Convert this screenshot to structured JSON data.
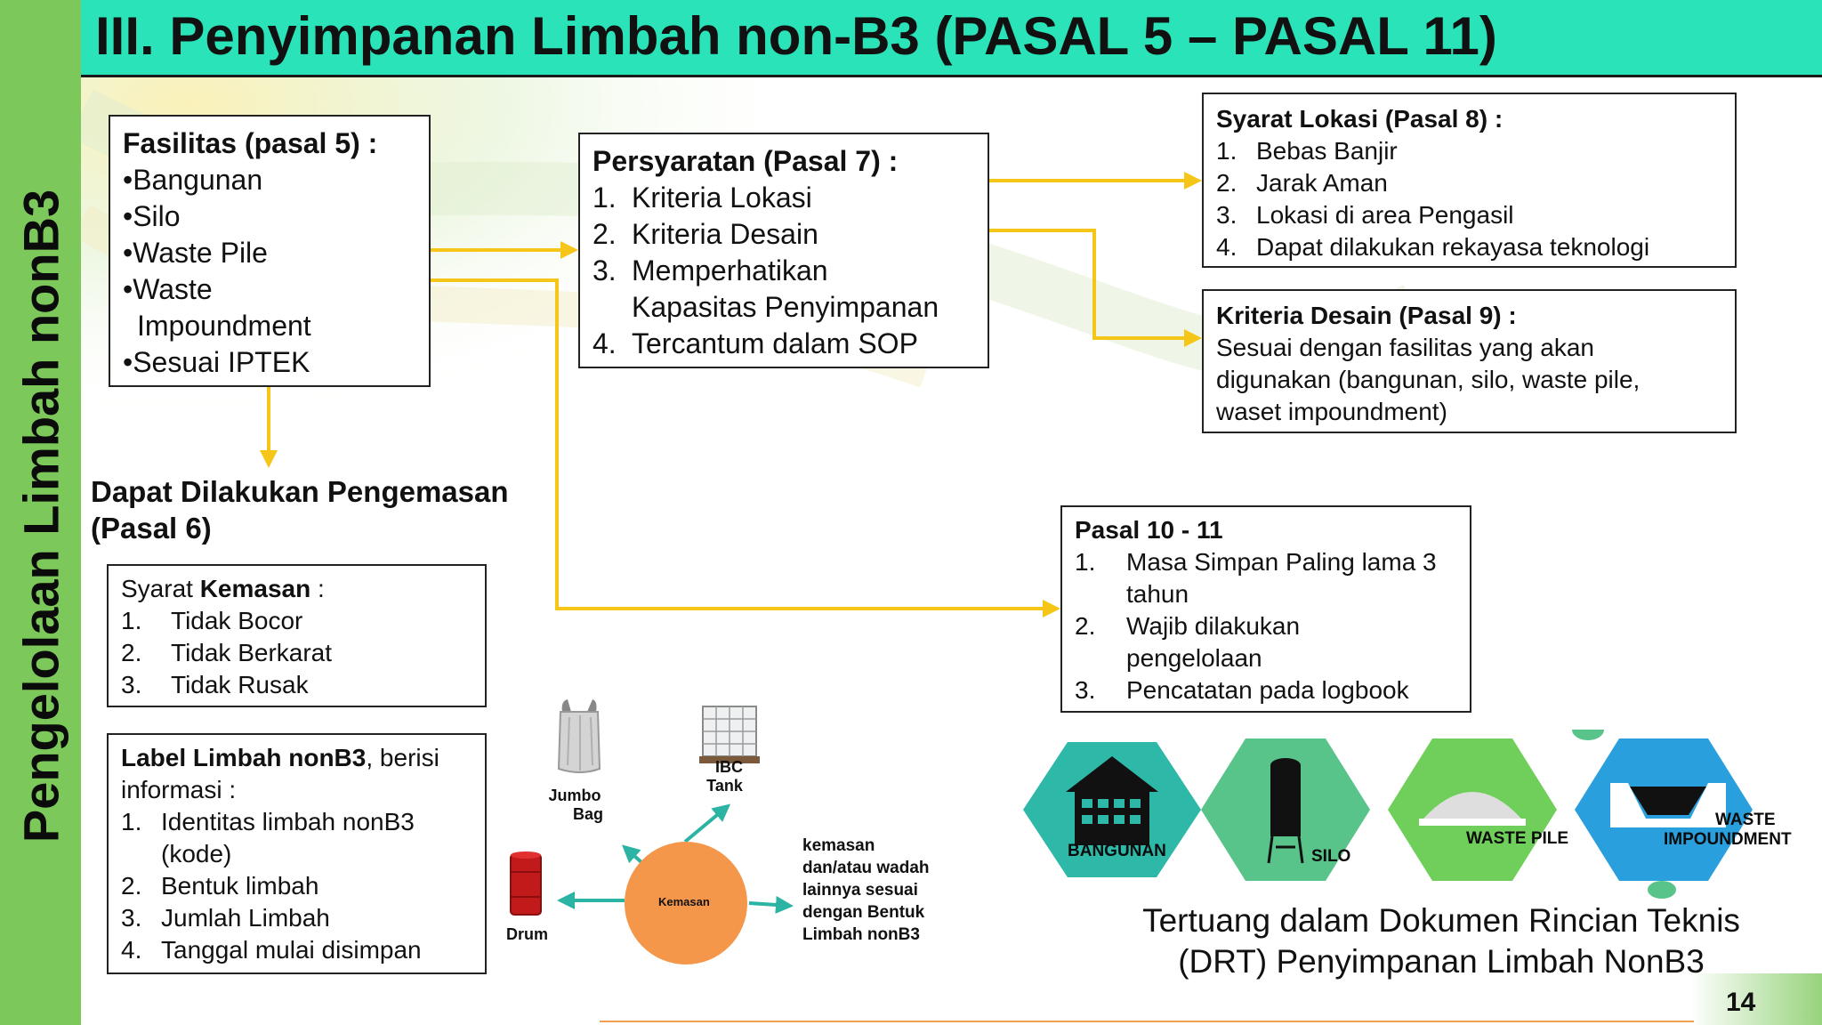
{
  "page_title": "III. Penyimpanan Limbah non-B3 (PASAL 5 – PASAL 11)",
  "side_title": "Pengelolaan Limbah nonB3",
  "fasilitas": {
    "title": "Fasilitas (pasal 5) :",
    "items": [
      "Bangunan",
      "Silo",
      "Waste Pile",
      "Waste",
      "Impoundment",
      "Sesuai IPTEK"
    ]
  },
  "persyaratan": {
    "title": "Persyaratan (Pasal 7)  :",
    "items": [
      {
        "num": "1.",
        "text": "Kriteria Lokasi"
      },
      {
        "num": "2.",
        "text": "Kriteria Desain"
      },
      {
        "num": "3.",
        "text": "Memperhatikan"
      },
      {
        "num": "",
        "text": "Kapasitas  Penyimpanan"
      },
      {
        "num": "4.",
        "text": "Tercantum dalam SOP"
      }
    ]
  },
  "syarat_lokasi": {
    "title": "Syarat Lokasi (Pasal 8) :",
    "items": [
      {
        "num": "1.",
        "text": "Bebas Banjir"
      },
      {
        "num": "2.",
        "text": "Jarak Aman"
      },
      {
        "num": "3.",
        "text": "Lokasi di area Pengasil"
      },
      {
        "num": "4.",
        "text": "Dapat dilakukan rekayasa teknologi"
      }
    ]
  },
  "kriteria_desain": {
    "title": "Kriteria Desain (Pasal 9) :",
    "lines": [
      "Sesuai dengan fasilitas yang akan",
      "digunakan (bangunan, silo, waste pile,",
      "waset impoundment)"
    ]
  },
  "pasal_10_11": {
    "title": "Pasal 10 - 11",
    "items": [
      {
        "num": "1.",
        "text": "Masa Simpan Paling lama 3"
      },
      {
        "num": "",
        "text": "tahun"
      },
      {
        "num": "2.",
        "text": "Wajib dilakukan"
      },
      {
        "num": "",
        "text": "pengelolaan"
      },
      {
        "num": "3.",
        "text": "Pencatatan pada logbook"
      }
    ]
  },
  "pengemasan": {
    "line1": "Dapat Dilakukan Pengemasan",
    "line2": "(Pasal 6)"
  },
  "syarat_kemasan": {
    "title_prefix": "Syarat ",
    "title_bold": "Kemasan",
    "title_suffix": " :",
    "items": [
      {
        "num": "1.",
        "text": "Tidak Bocor"
      },
      {
        "num": "2.",
        "text": "Tidak Berkarat"
      },
      {
        "num": "3.",
        "text": "Tidak Rusak"
      }
    ]
  },
  "label_limbah": {
    "title_bold": "Label Limbah nonB3",
    "title_suffix": ", berisi",
    "line2": "informasi :",
    "items": [
      {
        "num": "1.",
        "text": "Identitas limbah nonB3"
      },
      {
        "num": "",
        "text": "(kode)"
      },
      {
        "num": "2.",
        "text": "Bentuk limbah"
      },
      {
        "num": "3.",
        "text": "Jumlah Limbah"
      },
      {
        "num": "4.",
        "text": "Tanggal mulai disimpan"
      }
    ]
  },
  "packaging": {
    "center": "Kemasan",
    "jumbo_line1": "Jumbo",
    "jumbo_line2": "Bag",
    "ibc_line1": "IBC",
    "ibc_line2": "Tank",
    "drum": "Drum",
    "desc": [
      "kemasan",
      "dan/atau wadah",
      "lainnya sesuai",
      "dengan Bentuk",
      "Limbah nonB3"
    ]
  },
  "facilities_icons": [
    {
      "label": "BANGUNAN",
      "icon": "building-icon",
      "color": "#2db8a8"
    },
    {
      "label": "SILO",
      "icon": "silo-icon",
      "color": "#58c48a"
    },
    {
      "label": "WASTE PILE",
      "icon": "waste-pile-icon",
      "color": "#6fcf5a"
    },
    {
      "label": "WASTE",
      "icon": "waste-impoundment-icon",
      "color": "#2a9fdd"
    },
    {
      "label": "IMPOUNDMENT",
      "icon": "",
      "color": ""
    }
  ],
  "caption": {
    "line1": "Tertuang dalam Dokumen Rincian Teknis",
    "line2": "(DRT) Penyimpanan Limbah NonB3"
  },
  "page_number": "14",
  "colors": {
    "side_bar": "#7cc85a",
    "title_bar": "#2ae3b9",
    "arrow": "#f5c518",
    "kemasan_circle": "#f4974a",
    "teal_arrow": "#2bb3a3"
  }
}
